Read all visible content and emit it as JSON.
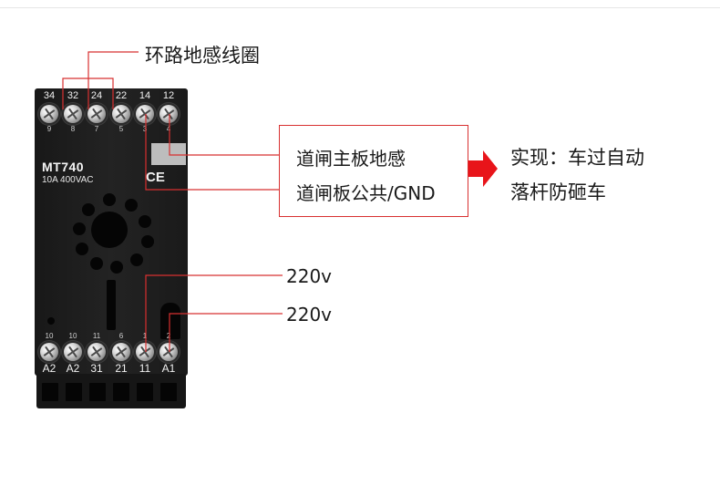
{
  "relay": {
    "top_terminals": [
      "34",
      "32",
      "24",
      "22",
      "14",
      "12"
    ],
    "top_pins": [
      "9",
      "8",
      "7",
      "5",
      "3",
      "4"
    ],
    "model": "MT740",
    "rating": "10A  400VAC",
    "ce_mark": "CE",
    "bottom_pins": [
      "10",
      "10",
      "11",
      "6",
      "1",
      "2"
    ],
    "bottom_terminals": [
      "A2",
      "A2",
      "31",
      "21",
      "11",
      "A1"
    ]
  },
  "annotations": {
    "loop_coil": "环路地感线圈",
    "box_line_1": "道闸主板地感",
    "box_line_2": "道闸板公共/GND",
    "result_line_1": "实现：车过自动",
    "result_line_2": "落杆防砸车",
    "power_1": "220v",
    "power_2": "220v"
  },
  "colors": {
    "line": "#d83030",
    "arrow": "#e8141a",
    "body": "#1c1c1c"
  }
}
